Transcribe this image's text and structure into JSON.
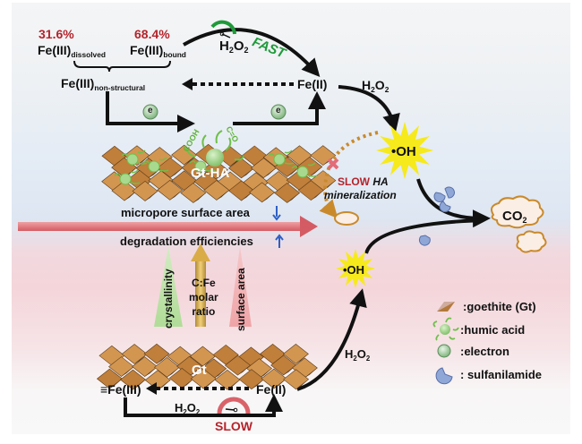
{
  "top": {
    "pct_dissolved": "31.6%",
    "pct_bound": "68.4%",
    "fe_dissolved": "Fe(III)",
    "fe_dissolved_sub": "dissolved",
    "fe_bound": "Fe(III)",
    "fe_bound_sub": "bound",
    "fe_nonstructural": "Fe(III)",
    "fe_nonstructural_sub": "non-structural",
    "h2o2_fast_h": "H",
    "h2o2_fast_2a": "2",
    "h2o2_fast_o": "O",
    "h2o2_fast_2b": "2",
    "fast_label": "FAST",
    "fe2": "Fe(II)",
    "h2o2_right_h": "H",
    "h2o2_right_2a": "2",
    "h2o2_right_o": "O",
    "h2o2_right_2b": "2",
    "electron_left": "e",
    "electron_right": "e",
    "cooh": "COOH",
    "co": "C=O",
    "gt_ha": "Gt-HA"
  },
  "middle": {
    "oh_top": "•OH",
    "slow_label": "SLOW",
    "ha_label": "HA",
    "mineralization": "mineralization",
    "micropore": "micropore surface area",
    "degradation": "degradation efficiencies",
    "co2": "CO",
    "co2_sub": "2",
    "oh_bottom": "•OH",
    "crystallinity": "crystallinity",
    "cfe_line1": "C:Fe",
    "cfe_line2": "molar",
    "cfe_line3": "ratio",
    "surface_area": "surface area"
  },
  "bottom": {
    "gt": "Gt",
    "fe3": "≡Fe(III)",
    "fe2": "Fe(II)",
    "h2o2_h": "H",
    "h2o2_2a": "2",
    "h2o2_o": "O",
    "h2o2_2b": "2",
    "slow": "SLOW",
    "h2o2_right_h": "H",
    "h2o2_right_2a": "2",
    "h2o2_right_o": "O",
    "h2o2_right_2b": "2"
  },
  "legend": [
    {
      "icon": "goethite-icon",
      "label": ":goethite (Gt)"
    },
    {
      "icon": "humic-acid-icon",
      "label": ":humic acid"
    },
    {
      "icon": "electron-icon",
      "label": ":electron"
    },
    {
      "icon": "sulfanilamide-icon",
      "label": ": sulfanilamide"
    }
  ],
  "colors": {
    "red": "#b4242c",
    "green": "#1f9a3a",
    "goethite": "#c98a45",
    "arrow_pink": "#d9636a",
    "arrow_blue": "#2f5fc4",
    "hydroxyl_yellow": "#f6ea1c",
    "cloud_border": "#c98a2c"
  }
}
